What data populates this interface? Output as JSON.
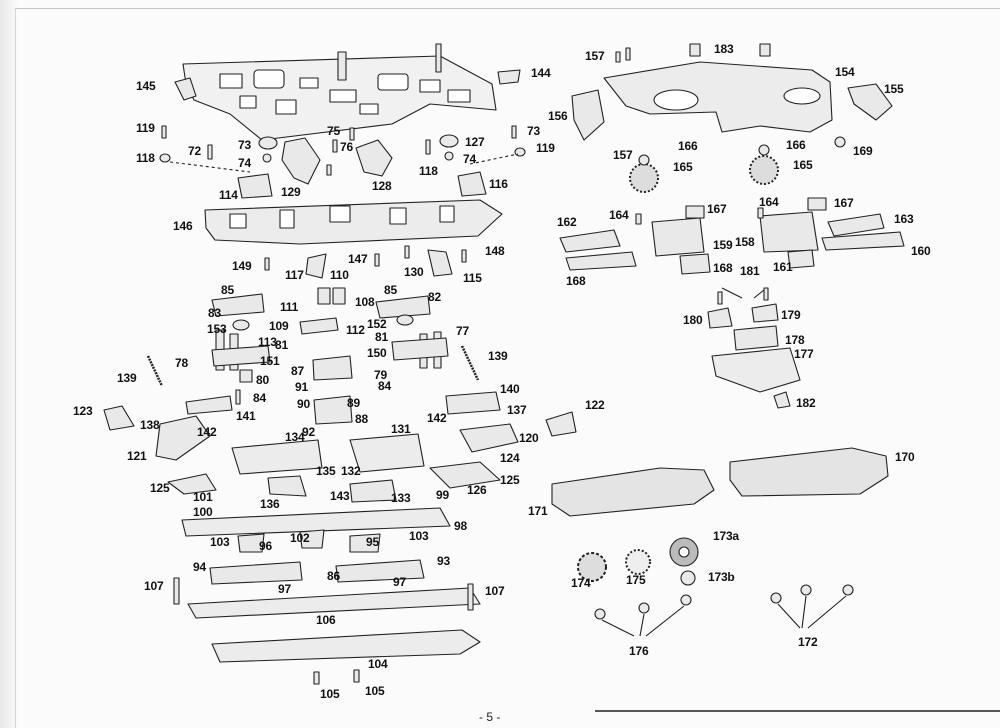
{
  "document": {
    "type": "exploded parts diagram"
  },
  "callouts": [
    "145",
    "144",
    "119",
    "72",
    "73",
    "118",
    "74",
    "75",
    "76",
    "129",
    "128",
    "127",
    "73",
    "74",
    "119",
    "118",
    "114",
    "116",
    "146",
    "149",
    "117",
    "147",
    "110",
    "130",
    "115",
    "148",
    "85",
    "85",
    "82",
    "83",
    "111",
    "108",
    "109",
    "112",
    "153",
    "152",
    "77",
    "113",
    "81",
    "81",
    "78",
    "151",
    "150",
    "139",
    "139",
    "87",
    "79",
    "80",
    "91",
    "84",
    "140",
    "84",
    "90",
    "89",
    "122",
    "123",
    "141",
    "137",
    "88",
    "142",
    "138",
    "142",
    "92",
    "131",
    "134",
    "120",
    "121",
    "124",
    "135",
    "132",
    "170",
    "125",
    "125",
    "126",
    "101",
    "143",
    "133",
    "99",
    "136",
    "100",
    "171",
    "98",
    "103",
    "102",
    "103",
    "173a",
    "96",
    "95",
    "93",
    "94",
    "86",
    "97",
    "173b",
    "107",
    "97",
    "174",
    "175",
    "107",
    "106",
    "176",
    "172",
    "104",
    "105",
    "105",
    "157",
    "183",
    "154",
    "155",
    "156",
    "166",
    "157",
    "166",
    "169",
    "165",
    "165",
    "164",
    "167",
    "167",
    "164",
    "162",
    "163",
    "159",
    "158",
    "160",
    "168",
    "161",
    "168",
    "181",
    "180",
    "179",
    "178",
    "177",
    "182"
  ],
  "footer": {
    "page": "- 5 -"
  }
}
